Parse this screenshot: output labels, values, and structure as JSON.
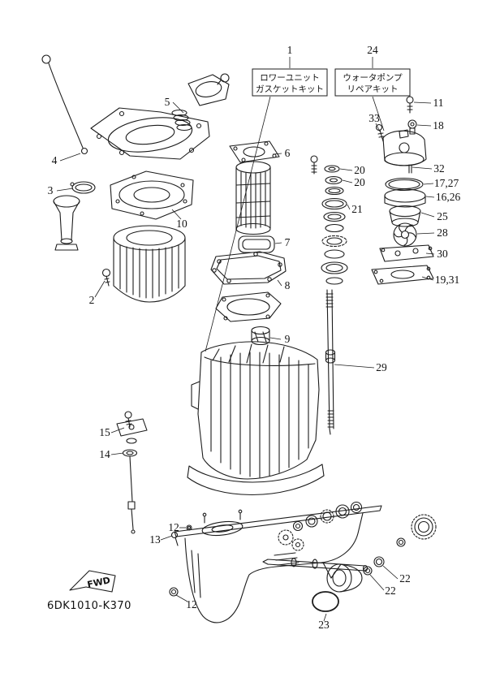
{
  "diagram": {
    "part_code": "6DK1010-K370",
    "fwd_label": "FWD",
    "line_color": "#1c1c1c",
    "background": "#ffffff",
    "kit_boxes": [
      {
        "callout": "1",
        "line1": "ロワーユニット",
        "line2": "ガスケットキット"
      },
      {
        "callout": "24",
        "line1": "ウォータポンプ",
        "line2": "リペアキット"
      }
    ],
    "callouts": [
      {
        "label": "1"
      },
      {
        "label": "24"
      },
      {
        "label": "5"
      },
      {
        "label": "11"
      },
      {
        "label": "33"
      },
      {
        "label": "18"
      },
      {
        "label": "6"
      },
      {
        "label": "4"
      },
      {
        "label": "32"
      },
      {
        "label": "20"
      },
      {
        "label": "20"
      },
      {
        "label": "17,27"
      },
      {
        "label": "3"
      },
      {
        "label": "16,26"
      },
      {
        "label": "21"
      },
      {
        "label": "25"
      },
      {
        "label": "10"
      },
      {
        "label": "28"
      },
      {
        "label": "7"
      },
      {
        "label": "30"
      },
      {
        "label": "19,31"
      },
      {
        "label": "8"
      },
      {
        "label": "2"
      },
      {
        "label": "9"
      },
      {
        "label": "29"
      },
      {
        "label": "15"
      },
      {
        "label": "14"
      },
      {
        "label": "13"
      },
      {
        "label": "12"
      },
      {
        "label": "12"
      },
      {
        "label": "22"
      },
      {
        "label": "22"
      },
      {
        "label": "23"
      }
    ]
  }
}
